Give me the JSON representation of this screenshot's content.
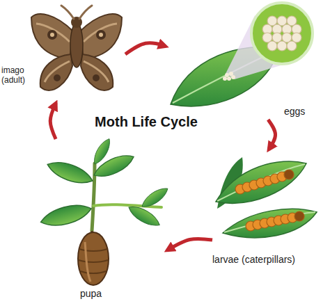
{
  "diagram": {
    "title": "Moth Life Cycle",
    "nodes": [
      {
        "text": [
          "imago (adult)"
        ]
      },
      {
        "text": [
          "eggs"
        ]
      },
      {
        "text": [
          "larvae (caterpillars)"
        ]
      },
      {
        "text": [
          "pupa"
        ]
      }
    ],
    "edges": [
      {
        "from": 0,
        "to": 1,
        "arrow": "to"
      },
      {
        "from": 1,
        "to": 2,
        "arrow": "to"
      },
      {
        "from": 2,
        "to": 3,
        "arrow": "to"
      },
      {
        "from": 3,
        "to": 0,
        "arrow": "to"
      }
    ]
  }
}
